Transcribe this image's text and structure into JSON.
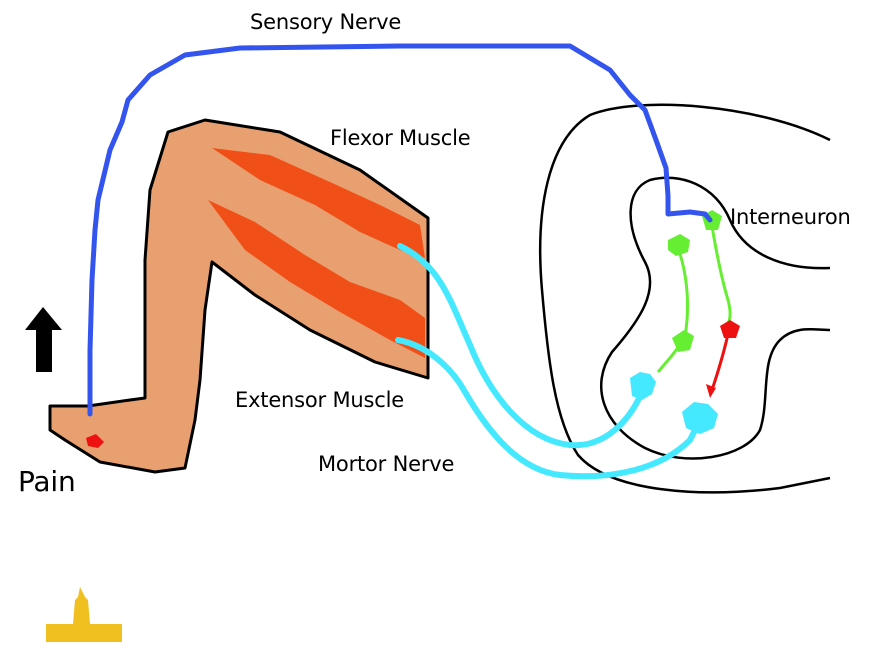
{
  "labels": {
    "sensory_nerve": "Sensory Nerve",
    "flexor_muscle": "Flexor Muscle",
    "interneuron": "Interneuron",
    "extensor_muscle": "Extensor Muscle",
    "mortor_nerve": "Mortor Nerve",
    "pain": "Pain"
  },
  "icons": {
    "direction": "arrow-up-icon",
    "stimulus": "thumbtack-icon"
  },
  "colors": {
    "sensory_nerve": "#3355ee",
    "motor_nerve": "#44e8ff",
    "interneuron_excitatory": "#66ee33",
    "interneuron_inhibitory": "#ee1111",
    "skin": "#e8a070",
    "muscle": "#f05018",
    "outline": "#000000",
    "thumbtack": "#f0c020"
  }
}
